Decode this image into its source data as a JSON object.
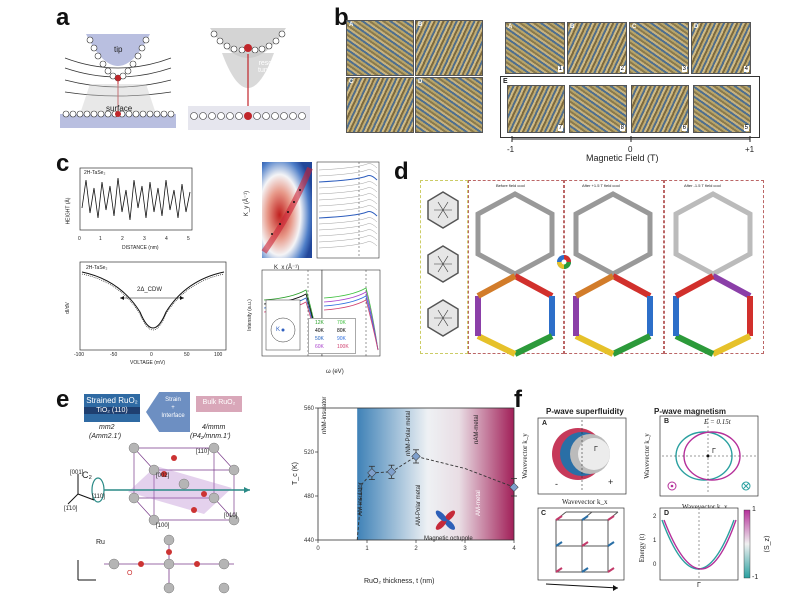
{
  "panels": {
    "a": {
      "label": "a",
      "tip": "tip",
      "surface": "surface",
      "resonant": "resonant\ntunneling"
    },
    "b": {
      "label": "b",
      "left_tiles": [
        "A",
        "B",
        "C",
        "D"
      ],
      "right_tiles_top": [
        "A",
        "B",
        "C",
        "D"
      ],
      "right_box_letter": "E",
      "numbers_top": [
        "1",
        "2",
        "3",
        "4"
      ],
      "numbers_bottom": [
        "7",
        "8",
        "6",
        "5"
      ],
      "axis_title": "Magnetic Field (T)",
      "axis_ticks": [
        "-1",
        "0",
        "+1"
      ]
    },
    "c": {
      "label": "c",
      "stm_ylabel": "HEIGHT (Å)",
      "stm_xlabel": "DISTANCE (nm)",
      "stm_xticks": [
        "0",
        "1",
        "2",
        "3",
        "4",
        "5"
      ],
      "stm_title": "2H-TaSe₂",
      "sts_title": "2H-TaSe₂",
      "sts_ylabel": "dI/dV",
      "sts_xlabel": "VOLTAGE (mV)",
      "sts_xticks": [
        "-100",
        "-50",
        "0",
        "50",
        "100"
      ],
      "sts_gap": "2Δ_CDW",
      "arpes_ylabel": "K_y (Å⁻¹)",
      "arpes_xlabel": "K_x (Å⁻¹)",
      "edc_xlabel": "ω (eV)",
      "edc_ylabel": "Intensity (a.u.)",
      "legend": [
        "12K",
        "40K",
        "50K",
        "60K",
        "70K",
        "80K",
        "90K",
        "100K"
      ],
      "legend_colors": [
        "#2aa02a",
        "#000000",
        "#1f5fbf",
        "#aa44cc",
        "#40c040",
        "#000000",
        "#2f6fdf",
        "#d04070"
      ],
      "k_label": "K"
    },
    "d": {
      "label": "d",
      "col_titles": [
        "Before field cool",
        "After +1.5 T field cool",
        "After -1.5 T field cool"
      ],
      "hex_colors": [
        "#d1302c",
        "#2d6fc9",
        "#2c9a3a",
        "#e6c12a",
        "#8b3fa8",
        "#d27c2a"
      ]
    },
    "e": {
      "label": "e",
      "strained_title": "Strained RuO₂",
      "substrate": "TiO₂ (110)",
      "strain_arrow": "Strain\n+\nInterface",
      "bulk_title": "Bulk RuO₂",
      "strained_group": "mm2",
      "strained_group2": "(Amm2.1')",
      "bulk_group": "4/mmm",
      "bulk_group2": "(P4₂/mnm.1')",
      "c2": "C₂",
      "lattice_labels": [
        "[001]",
        "[110]",
        "[1̄10]",
        "[110]",
        "[002]",
        "[010]",
        "[100]",
        "Ru",
        "O"
      ],
      "chart_ylabel": "T_c (K)",
      "chart_xlabel": "RuO₂ thickness, t (nm)",
      "region_labels": [
        "nNM-insulator",
        "AM-insulator",
        "nNM-Polar metal",
        "AM-Polar metal",
        "nAM-metal",
        "AM-metal"
      ],
      "octupole": "Magnetic octupole",
      "chart_data": {
        "type": "line",
        "x": [
          1.1,
          1.5,
          2.0,
          4.0
        ],
        "y": [
          501,
          502,
          516,
          488
        ],
        "yerr": [
          6,
          6,
          6,
          8
        ],
        "dashed_boundary": [
          [
            0.8,
            440
          ],
          [
            0.9,
            491
          ],
          [
            1.1,
            501
          ],
          [
            1.5,
            502
          ],
          [
            2.0,
            516
          ],
          [
            3.0,
            505
          ],
          [
            4.0,
            488
          ]
        ],
        "xlim": [
          0,
          4
        ],
        "ylim": [
          440,
          560
        ],
        "xticks": [
          "0",
          "1",
          "2",
          "3",
          "4"
        ],
        "yticks": [
          "440",
          "480",
          "520",
          "560"
        ]
      }
    },
    "f": {
      "label": "f",
      "left_title": "P-wave superfluidity",
      "right_title": "P-wave magnetism",
      "sub_a": "A",
      "sub_b": "B",
      "sub_c": "C",
      "sub_d": "D",
      "energy_eq": "E = 0.15t",
      "a_xlabel": "Wavevector k_x",
      "a_ylabel": "Wavevector k_y",
      "b_xlabel": "Wavevector k_x",
      "b_ylabel": "Wavevector k_y",
      "d_ylabel": "Energy (t)",
      "d_cbar_label": "⟨S_z⟩",
      "gamma": "Γ",
      "minus": "-",
      "plus": "+",
      "d_cbar_ticks": [
        "1",
        "-1"
      ],
      "d_yticks": [
        "2",
        "1",
        "0"
      ]
    }
  }
}
